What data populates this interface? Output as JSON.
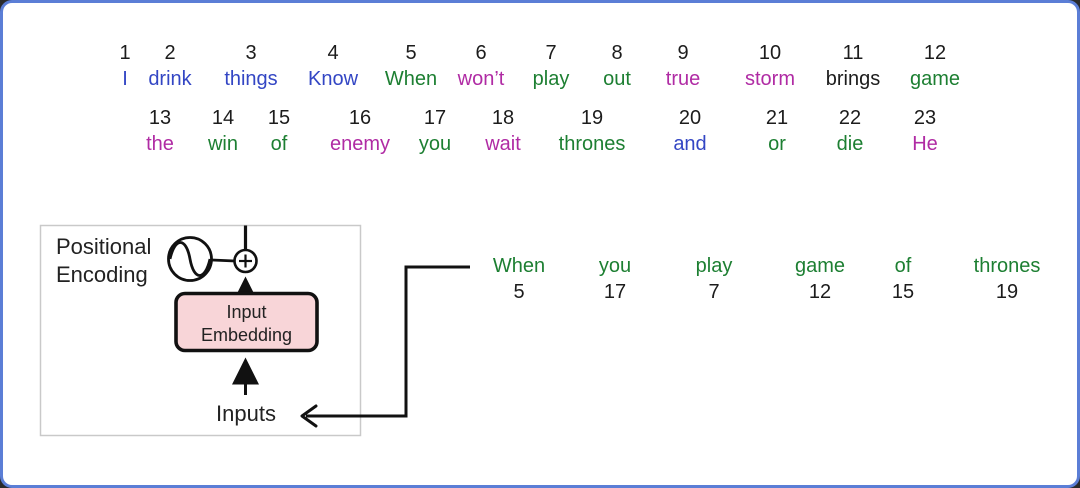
{
  "frame": {
    "border_color": "#5b7ed6",
    "background": "#ffffff"
  },
  "palette": {
    "blue": "#3346c4",
    "green": "#1d7f32",
    "magenta": "#b02ba4",
    "black": "#1c1c1c"
  },
  "vocabulary": {
    "row1": [
      {
        "index": "1",
        "word": "I",
        "color": "blue"
      },
      {
        "index": "2",
        "word": "drink",
        "color": "blue"
      },
      {
        "index": "3",
        "word": "things",
        "color": "blue"
      },
      {
        "index": "4",
        "word": "Know",
        "color": "blue"
      },
      {
        "index": "5",
        "word": "When",
        "color": "green"
      },
      {
        "index": "6",
        "word": "won’t",
        "color": "magenta"
      },
      {
        "index": "7",
        "word": "play",
        "color": "green"
      },
      {
        "index": "8",
        "word": "out",
        "color": "green"
      },
      {
        "index": "9",
        "word": "true",
        "color": "magenta"
      },
      {
        "index": "10",
        "word": "storm",
        "color": "magenta"
      },
      {
        "index": "11",
        "word": "brings",
        "color": "black"
      },
      {
        "index": "12",
        "word": "game",
        "color": "green"
      }
    ],
    "row2": [
      {
        "index": "13",
        "word": "the",
        "color": "magenta"
      },
      {
        "index": "14",
        "word": "win",
        "color": "green"
      },
      {
        "index": "15",
        "word": "of",
        "color": "green"
      },
      {
        "index": "16",
        "word": "enemy",
        "color": "magenta"
      },
      {
        "index": "17",
        "word": "you",
        "color": "green"
      },
      {
        "index": "18",
        "word": "wait",
        "color": "magenta"
      },
      {
        "index": "19",
        "word": "thrones",
        "color": "green"
      },
      {
        "index": "20",
        "word": "and",
        "color": "blue"
      },
      {
        "index": "21",
        "word": "or",
        "color": "green"
      },
      {
        "index": "22",
        "word": "die",
        "color": "green"
      },
      {
        "index": "23",
        "word": "He",
        "color": "magenta"
      }
    ]
  },
  "diagram": {
    "positional_encoding_line1": "Positional",
    "positional_encoding_line2": "Encoding",
    "input_embedding_line1": "Input",
    "input_embedding_line2": "Embedding",
    "inputs_label": "Inputs",
    "embedding_fill": "#f8d5d8",
    "box_border": "#c9c9c9"
  },
  "example": {
    "word_color": "green",
    "index_color": "#1c1c1c",
    "tokens": [
      {
        "word": "When",
        "index": "5"
      },
      {
        "word": "you",
        "index": "17"
      },
      {
        "word": "play",
        "index": "7"
      },
      {
        "word": "game",
        "index": "12"
      },
      {
        "word": "of",
        "index": "15"
      },
      {
        "word": "thrones",
        "index": "19"
      }
    ]
  }
}
